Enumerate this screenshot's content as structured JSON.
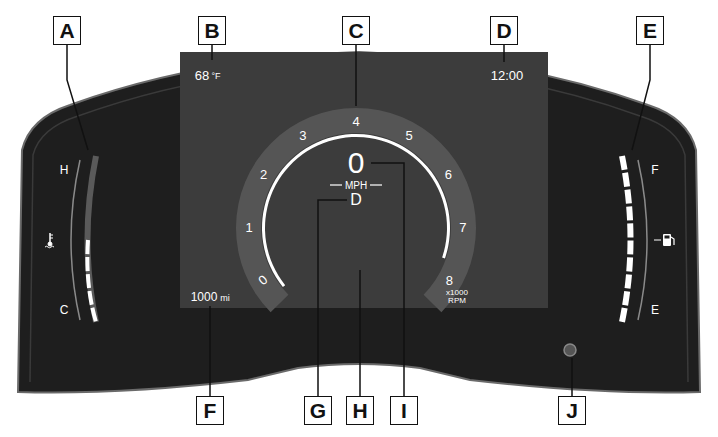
{
  "diagram": {
    "nodes": [
      {
        "text": [
          "A"
        ]
      },
      {
        "text": [
          "B"
        ]
      },
      {
        "text": [
          "C"
        ]
      },
      {
        "text": [
          "D"
        ]
      },
      {
        "text": [
          "E"
        ]
      },
      {
        "text": [
          "F"
        ]
      },
      {
        "text": [
          "G"
        ]
      },
      {
        "text": [
          "H"
        ]
      },
      {
        "text": [
          "I"
        ]
      },
      {
        "text": [
          "J"
        ]
      }
    ],
    "labels": [
      "68",
      "°F",
      "12:00",
      "1000",
      "mi",
      "0",
      "1",
      "2",
      "3",
      "4",
      "5",
      "6",
      "7",
      "8",
      "0",
      "MPH",
      "D",
      "x1000 RPM",
      "H",
      "C",
      "F",
      "E"
    ]
  }
}
